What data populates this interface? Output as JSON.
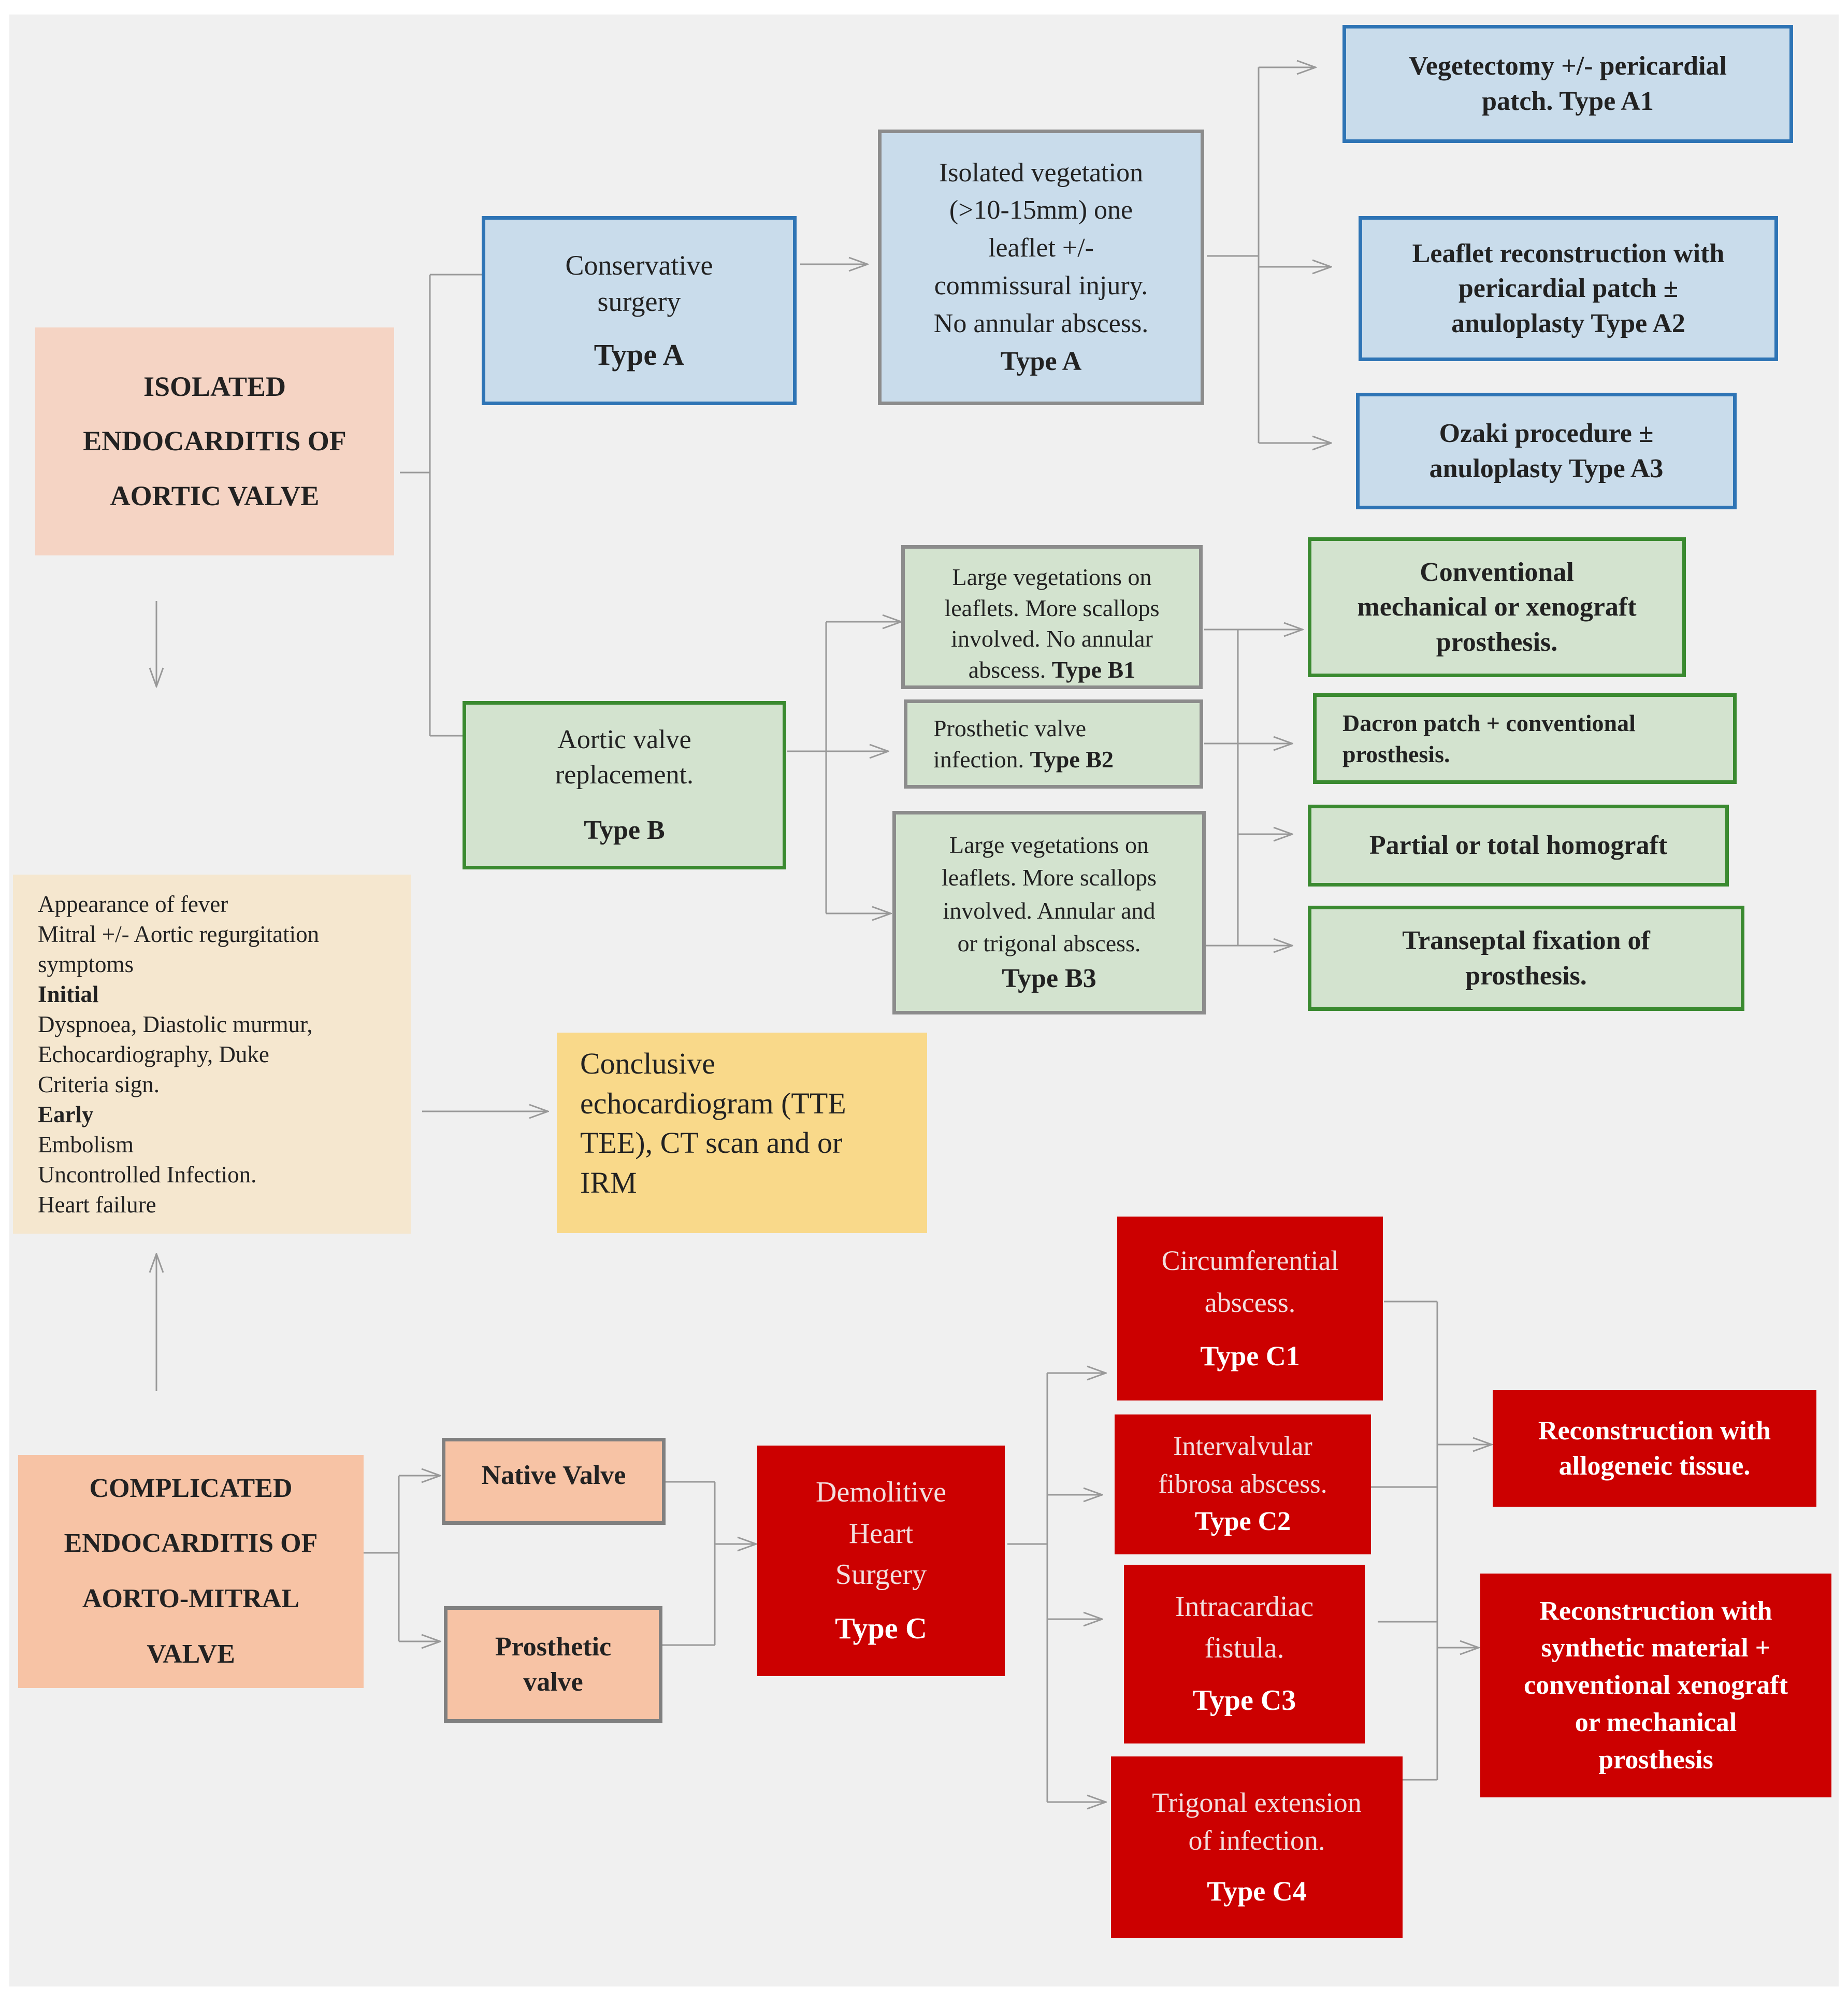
{
  "colors": {
    "blue_border": "#2e74b5",
    "blue_fill": "#c9dceb",
    "green_border": "#3a8a30",
    "green_fill": "#d3e3cf",
    "red_fill": "#cc0000",
    "salmon_fill": "#f7c3a5",
    "cream_fill": "#f5e7cf",
    "yellow_fill": "#f9d98a",
    "gray_border": "#8c8c8c"
  },
  "isolated": {
    "title_lines": [
      "ISOLATED",
      "ENDOCARDITIS OF",
      "AORTIC VALVE"
    ]
  },
  "type_a": {
    "label_lines": [
      "Conservative",
      "surgery"
    ],
    "type": "Type A",
    "criteria_lines": [
      "Isolated vegetation",
      "(>10-15mm) one",
      "leaflet +/-",
      "commissural injury.",
      "No annular abscess."
    ],
    "criteria_type": "Type A",
    "a1_lines": [
      "Vegetectomy +/- pericardial",
      "patch. Type A1"
    ],
    "a2_lines": [
      "Leaflet reconstruction with",
      "pericardial patch ±",
      "anuloplasty Type A2"
    ],
    "a3_lines": [
      "Ozaki procedure ±",
      "anuloplasty Type A3"
    ]
  },
  "type_b": {
    "label_lines": [
      "Aortic valve",
      "replacement."
    ],
    "type": "Type B",
    "b1_lines": [
      "Large vegetations on",
      "leaflets. More scallops",
      "involved. No annular"
    ],
    "b1_last_text": "abscess.",
    "b1_type": "Type B1",
    "b2_line1": "Prosthetic valve",
    "b2_line2_text": "infection.",
    "b2_type": "Type B2",
    "b3_lines": [
      "Large vegetations on",
      "leaflets. More scallops",
      "involved. Annular and",
      "or trigonal abscess."
    ],
    "b3_type": "Type B3",
    "out1_lines": [
      "Conventional",
      "mechanical or xenograft",
      "prosthesis."
    ],
    "out2_lines": [
      "Dacron patch + conventional",
      "prosthesis."
    ],
    "out3_lines": [
      "Partial or total homograft"
    ],
    "out4_lines": [
      "Transeptal fixation of",
      "prosthesis."
    ]
  },
  "symptoms": {
    "l1": "Appearance of fever",
    "l2": "Mitral +/- Aortic regurgitation",
    "l3": "symptoms",
    "h1": "Initial",
    "l4": "Dyspnoea, Diastolic murmur,",
    "l5": "Echocardiography, Duke",
    "l6": "Criteria sign.",
    "h2": "Early",
    "l7": "Embolism",
    "l8": "Uncontrolled Infection.",
    "l9": "Heart failure"
  },
  "conclusive": {
    "lines": [
      "Conclusive",
      "echocardiogram (TTE",
      "TEE), CT scan and or",
      "IRM"
    ]
  },
  "complicated": {
    "title_lines": [
      "COMPLICATED",
      "ENDOCARDITIS OF",
      "AORTO-MITRAL",
      "VALVE"
    ],
    "native": "Native Valve",
    "prosthetic_lines": [
      "Prosthetic",
      "valve"
    ]
  },
  "type_c": {
    "label_lines": [
      "Demolitive",
      "Heart",
      "Surgery"
    ],
    "type": "Type C",
    "c1_lines": [
      "Circumferential",
      "abscess."
    ],
    "c1_type": "Type C1",
    "c2_lines": [
      "Intervalvular",
      "fibrosa abscess."
    ],
    "c2_type": "Type C2",
    "c3_lines": [
      "Intracardiac",
      "fistula."
    ],
    "c3_type": "Type C3",
    "c4_lines": [
      "Trigonal extension",
      "of infection."
    ],
    "c4_type": "Type C4",
    "r1_lines": [
      "Reconstruction with",
      "allogeneic tissue."
    ],
    "r2_lines": [
      "Reconstruction with",
      "synthetic material +",
      "conventional xenograft",
      "or mechanical",
      "prosthesis"
    ]
  }
}
